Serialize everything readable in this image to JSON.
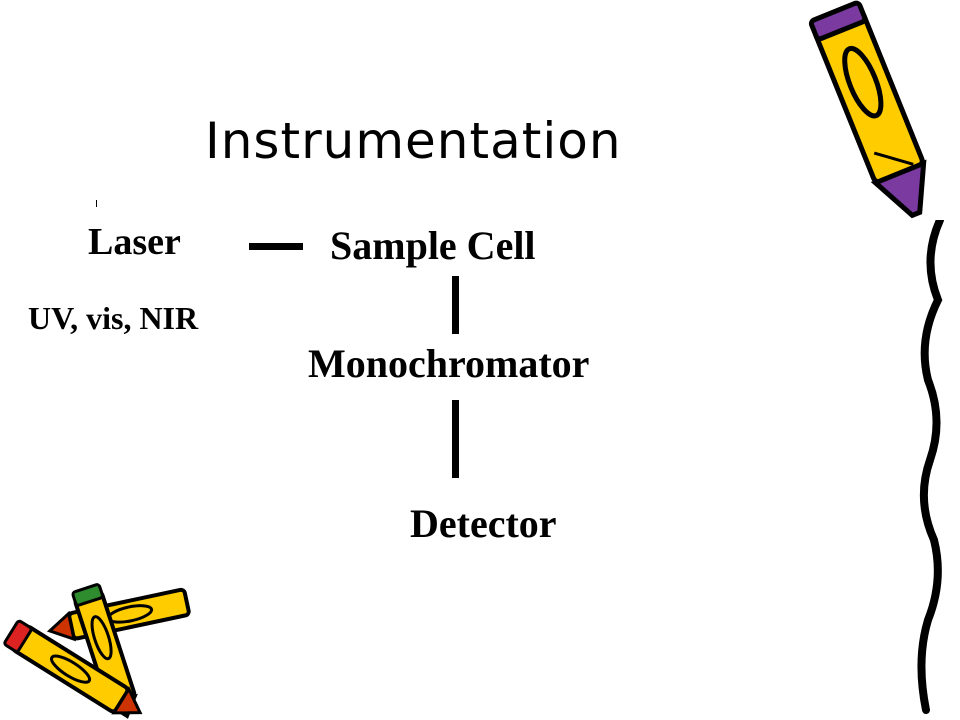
{
  "slide": {
    "title": "Instrumentation",
    "components": {
      "laser": "Laser",
      "laser_sources": "UV, vis, NIR",
      "sample_cell": "Sample Cell",
      "monochromator": "Monochromator",
      "detector": "Detector"
    }
  },
  "decorations": {
    "top_right": "pencil-icon",
    "bottom_left": "crossed-pencils-icon",
    "right_edge": "wavy-line-border"
  },
  "colors": {
    "text": "#000000",
    "pencil_body": "#ffcc00",
    "pencil_outline": "#000000",
    "pencil_tip": "#cc3300",
    "eraser": "#2e8b2e",
    "eraser_red": "#dd2222",
    "accent_purple": "#7a3aa0"
  }
}
